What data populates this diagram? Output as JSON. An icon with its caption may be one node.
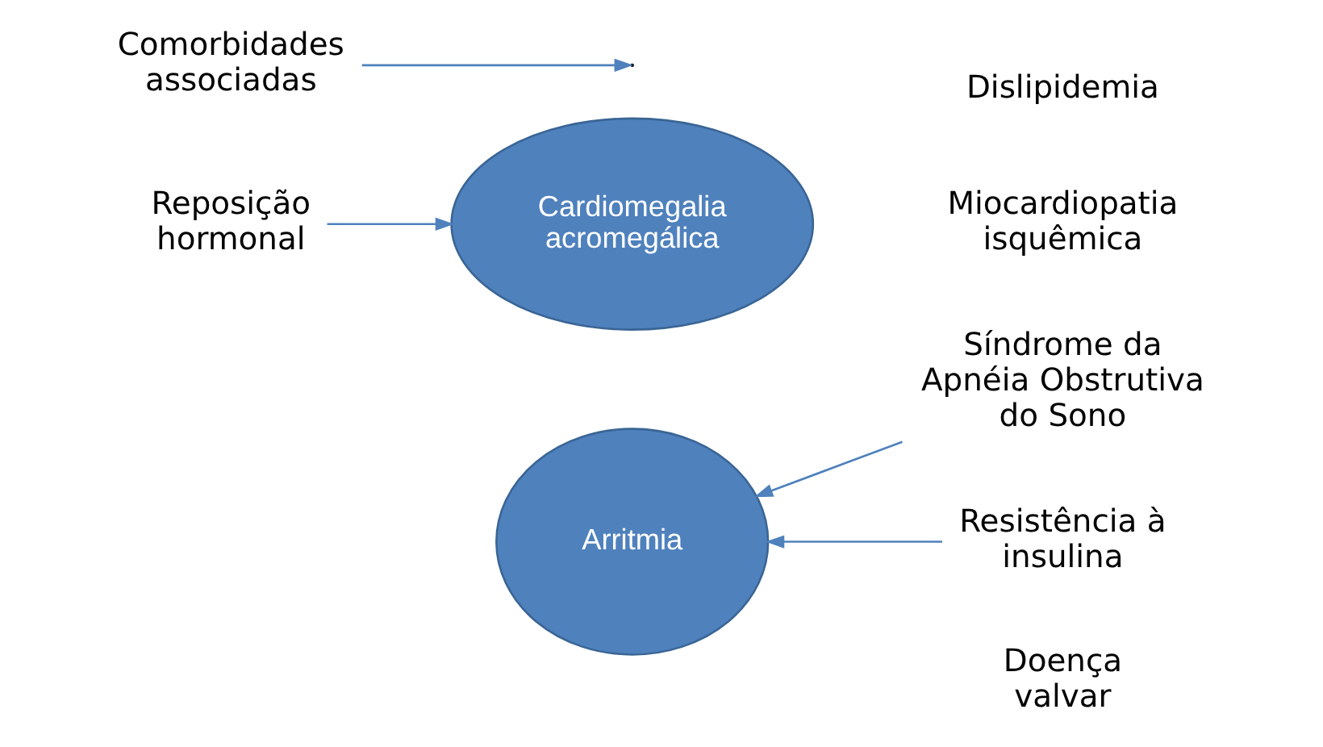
{
  "diagram": {
    "nodes": [
      {
        "text": [
          "Arritmia"
        ]
      },
      {
        "text": [
          "Cardiomegalia acromegálica"
        ]
      },
      {
        "text": [
          "Síndrome da Apnéia Obstrutiva do Sono"
        ]
      },
      {
        "text": [
          "Resistência à insulina"
        ]
      },
      {
        "text": [
          "Comorbidades associadas"
        ]
      },
      {
        "text": [
          "Doença valvar"
        ]
      },
      {
        "text": [
          "Dislipidemia"
        ]
      },
      {
        "text": [
          "Miocardiopatia isquêmica"
        ]
      },
      {
        "text": [
          "Reposição hormonal"
        ]
      }
    ],
    "edges": [
      {
        "from": 2,
        "to": 0,
        "arrow": "to"
      },
      {
        "from": 3,
        "to": 0,
        "arrow": "to"
      },
      {
        "from": 4,
        "to": null,
        "arrow": "to"
      },
      {
        "from": 8,
        "to": 1,
        "arrow": "to"
      }
    ]
  }
}
